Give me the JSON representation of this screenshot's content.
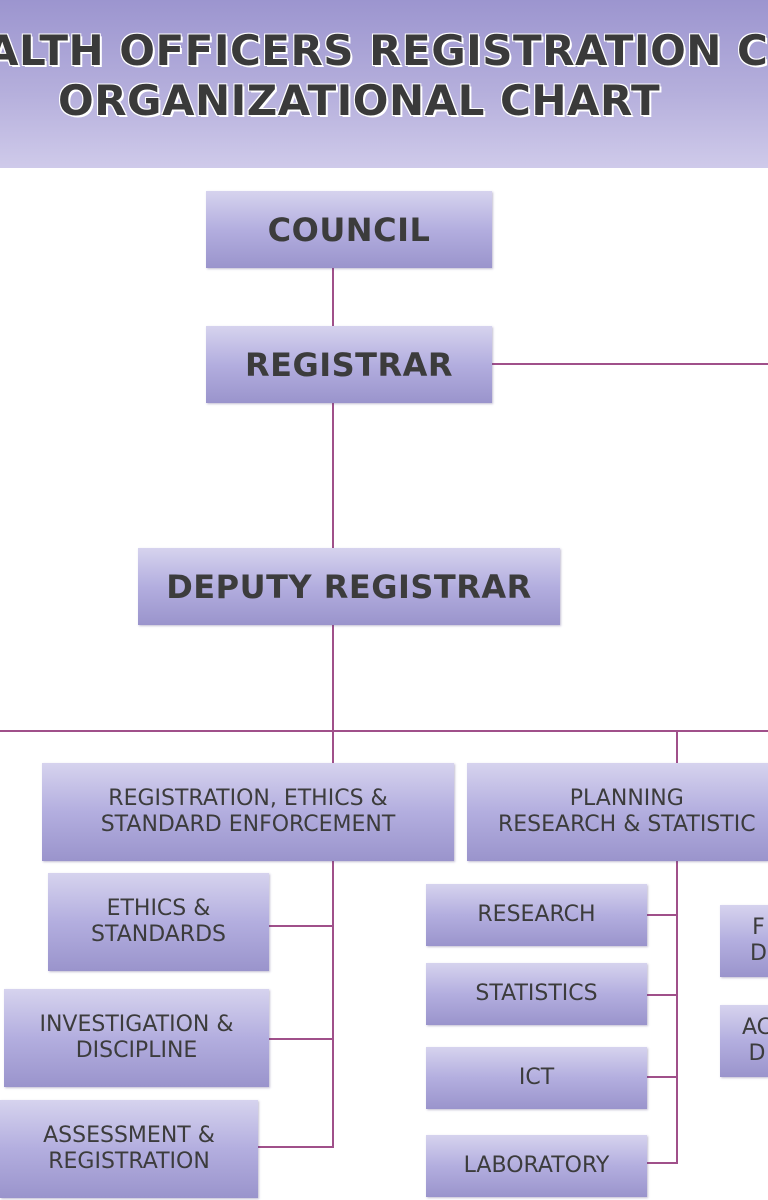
{
  "header": {
    "title_line1": "ALTH OFFICERS REGISTRATION CO",
    "title_line2": "ORGANIZATIONAL CHART"
  },
  "nodes": {
    "council": "COUNCIL",
    "registrar": "REGISTRAR",
    "deputy_registrar": "DEPUTY REGISTRAR",
    "reg_ethics": "REGISTRATION, ETHICS &\nSTANDARD ENFORCEMENT",
    "planning": "PLANNING\nRESEARCH & STATISTIC",
    "ethics_standards": "ETHICS &\nSTANDARDS",
    "investigation": "INVESTIGATION &\nDISCIPLINE",
    "assessment": "ASSESSMENT &\nREGISTRATION",
    "research": "RESEARCH",
    "statistics": "STATISTICS",
    "ict": "ICT",
    "laboratory": "LABORATORY",
    "partial_1": "F\nD",
    "partial_2": "AC\nD"
  },
  "colors": {
    "connector": "#a0508a",
    "box_light": "#d6d3ee",
    "box_dark": "#9a94cc",
    "header": "#b5afdc"
  }
}
